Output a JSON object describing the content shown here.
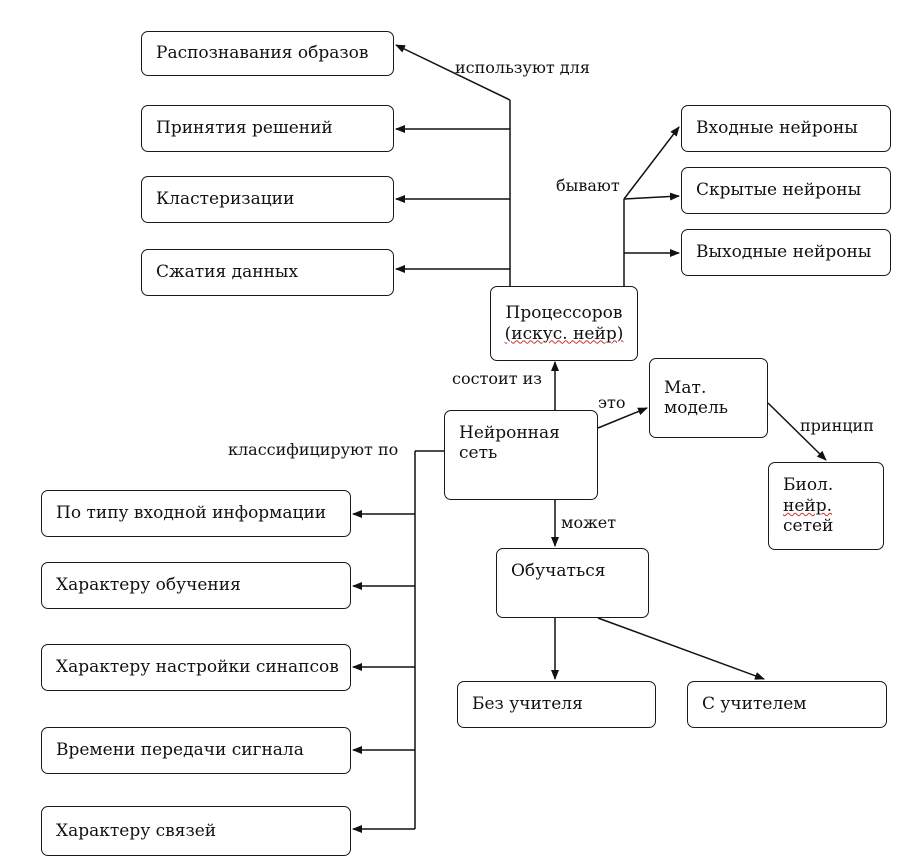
{
  "nodes": {
    "processors_line1": "Процессоров",
    "processors_line2": "(искус. нейр)",
    "neural_net_line1": "Нейронная",
    "neural_net_line2": "сеть",
    "math_model_line1": "Мат.",
    "math_model_line2": "модель",
    "bio_line1": "Биол.",
    "bio_line2": "нейр.",
    "bio_line3": "сетей",
    "learn": "Обучаться",
    "uses": [
      "Распознавания образов",
      "Принятия решений",
      "Кластеризации",
      "Сжатия данных"
    ],
    "neuron_types": [
      "Входные нейроны",
      "Скрытые нейроны",
      "Выходные нейроны"
    ],
    "classifications": [
      "По типу входной информации",
      "Характеру обучения",
      "Характеру настройки синапсов",
      "Времени передачи сигнала",
      "Характеру связей"
    ],
    "learning_modes": [
      "Без учителя",
      "С учителем"
    ]
  },
  "edge_labels": {
    "used_for": "используют для",
    "are": "бывают",
    "consists_of": "состоит из",
    "is": "это",
    "principle": "принцип",
    "classified_by": "классифицируют по",
    "can": "может"
  }
}
